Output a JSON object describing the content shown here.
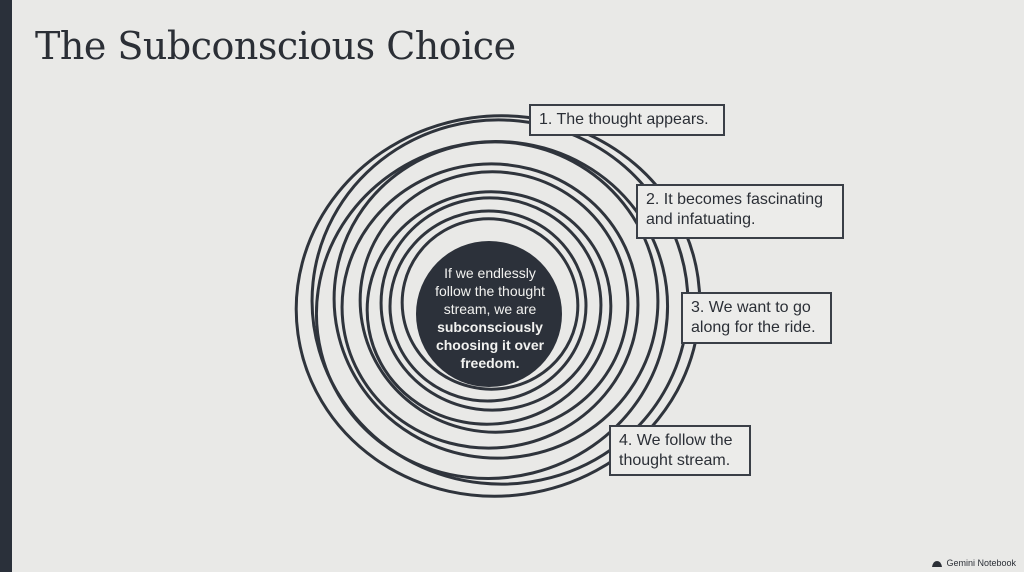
{
  "slide": {
    "title": "The Subconscious Choice"
  },
  "center": {
    "line1": "If we endlessly",
    "line2": "follow the thought",
    "line3": "stream, we are",
    "line4": "subconsciously",
    "line5": "choosing it over",
    "line6": "freedom."
  },
  "steps": [
    {
      "lines": [
        "1. The thought appears."
      ]
    },
    {
      "lines": [
        "2. It becomes fascinating",
        "and infatuating."
      ]
    },
    {
      "lines": [
        "3. We want to go",
        "along for the ride."
      ]
    },
    {
      "lines": [
        "4. We follow the",
        "thought stream."
      ]
    }
  ],
  "brand": {
    "label": "Gemini Notebook",
    "icon": "gemini-notebook-icon"
  },
  "colors": {
    "background": "#e9e9e7",
    "ink": "#2b2f36",
    "center_fill": "#2c313a",
    "accent_bar": "#2a303a"
  }
}
